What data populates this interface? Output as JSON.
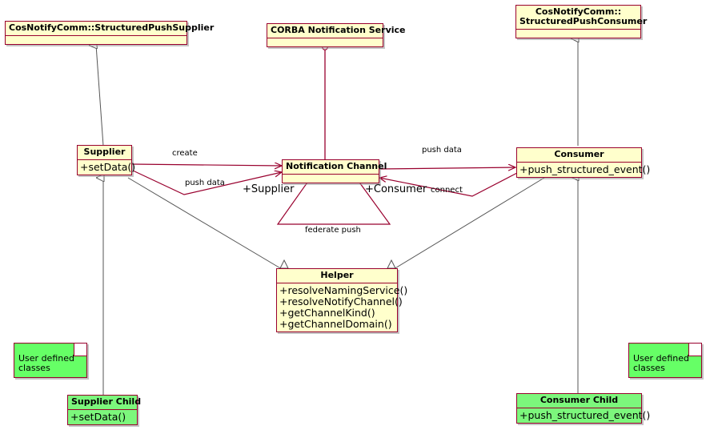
{
  "diagram": {
    "title": "CORBA Notification Service UML class diagram",
    "colors": {
      "class_fill": "#ffffcc",
      "class_border": "#99002e",
      "user_class_fill": "#7cf77c",
      "note_fill": "#66ff66",
      "association_line": "#99002e",
      "generalization_line": "#555555",
      "background": "#ffffff"
    }
  },
  "classes": [
    {
      "id": "structured-push-supplier",
      "name": "CosNotifyComm::StructuredPushSupplier",
      "name_lines": [
        "CosNotifyComm::StructuredPushSupplier"
      ],
      "members": [],
      "kind": "interface"
    },
    {
      "id": "corba-notification-service",
      "name": "CORBA Notification Service",
      "name_lines": [
        "CORBA Notification Service"
      ],
      "members": [],
      "kind": "package"
    },
    {
      "id": "structured-push-consumer",
      "name": "CosNotifyComm::StructuredPushConsumer",
      "name_lines": [
        "CosNotifyComm::",
        "StructuredPushConsumer"
      ],
      "members": [],
      "kind": "interface"
    },
    {
      "id": "supplier",
      "name": "Supplier",
      "name_lines": [
        "Supplier"
      ],
      "members": [
        "+setData()"
      ],
      "kind": "class"
    },
    {
      "id": "notification-channel",
      "name": "Notification Channel",
      "name_lines": [
        "Notification Channel"
      ],
      "members": [],
      "kind": "class"
    },
    {
      "id": "consumer",
      "name": "Consumer",
      "name_lines": [
        "Consumer"
      ],
      "members": [
        "+push_structured_event()"
      ],
      "kind": "class"
    },
    {
      "id": "helper",
      "name": "Helper",
      "name_lines": [
        "Helper"
      ],
      "members": [
        "+resolveNamingService()",
        "+resolveNotifyChannel()",
        "+getChannelKind()",
        "+getChannelDomain()"
      ],
      "kind": "class"
    },
    {
      "id": "supplier-child",
      "name": "Supplier Child",
      "name_lines": [
        "Supplier Child"
      ],
      "members": [
        "+setData()"
      ],
      "kind": "user-class"
    },
    {
      "id": "consumer-child",
      "name": "Consumer Child",
      "name_lines": [
        "Consumer Child"
      ],
      "members": [
        "+push_structured_event()"
      ],
      "kind": "user-class"
    }
  ],
  "notes": [
    {
      "id": "note-left",
      "text": "User defined\nclasses"
    },
    {
      "id": "note-right",
      "text": "User defined\nclasses"
    }
  ],
  "edge_labels": {
    "create": "create",
    "push_data_left": "push data",
    "push_data_right": "push data",
    "connect": "connect",
    "role_supplier": "+Supplier",
    "role_consumer": "+Consumer",
    "federate_push": "federate push"
  },
  "relationships": [
    {
      "from": "supplier",
      "to": "structured-push-supplier",
      "type": "generalization",
      "label": ""
    },
    {
      "from": "consumer",
      "to": "structured-push-consumer",
      "type": "generalization",
      "label": ""
    },
    {
      "from": "supplier-child",
      "to": "supplier",
      "type": "generalization",
      "label": ""
    },
    {
      "from": "consumer-child",
      "to": "consumer",
      "type": "generalization",
      "label": ""
    },
    {
      "from": "helper",
      "to": "supplier",
      "type": "generalization",
      "label": ""
    },
    {
      "from": "helper",
      "to": "consumer",
      "type": "generalization",
      "label": ""
    },
    {
      "from": "notification-channel",
      "to": "corba-notification-service",
      "type": "aggregation",
      "label": ""
    },
    {
      "from": "supplier",
      "to": "notification-channel",
      "type": "association",
      "label": "create"
    },
    {
      "from": "supplier",
      "to": "notification-channel",
      "type": "association",
      "label": "push data"
    },
    {
      "from": "notification-channel",
      "to": "consumer",
      "type": "association",
      "label": "push data"
    },
    {
      "from": "consumer",
      "to": "notification-channel",
      "type": "association",
      "label": "connect"
    },
    {
      "from": "notification-channel",
      "to": "notification-channel",
      "type": "association",
      "label": "federate push"
    }
  ]
}
